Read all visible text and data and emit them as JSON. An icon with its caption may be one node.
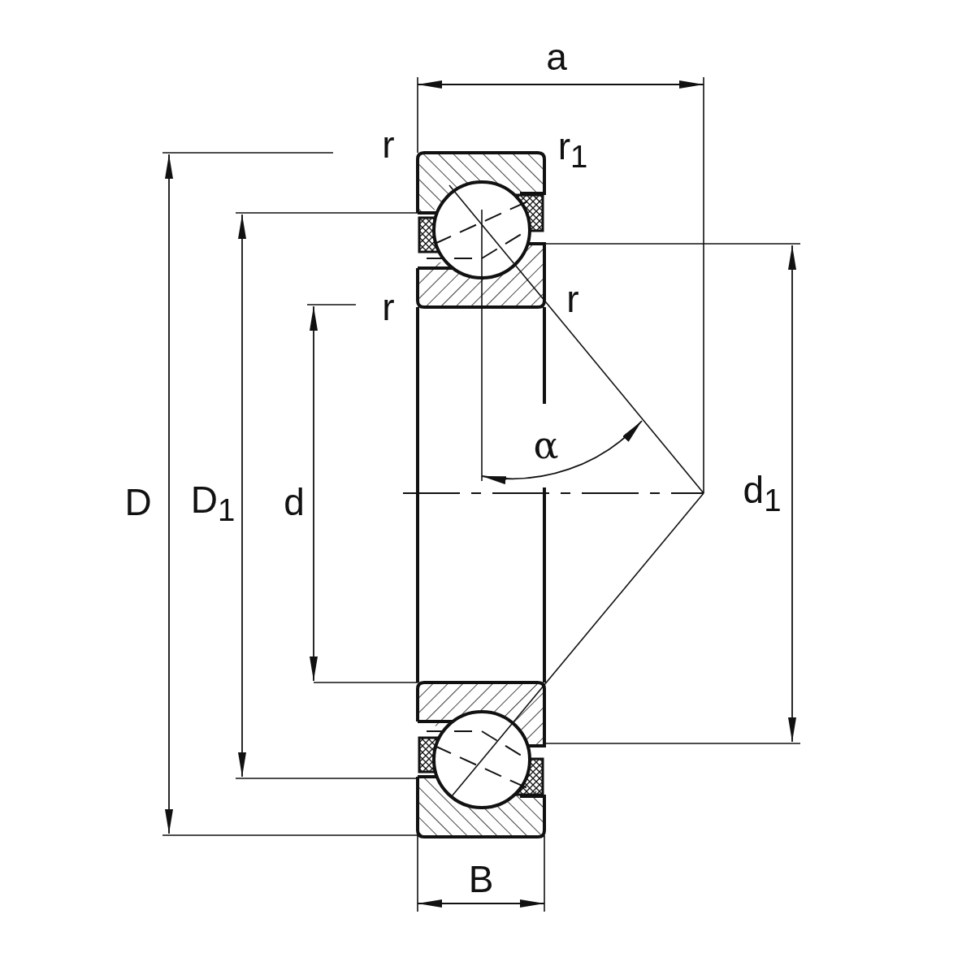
{
  "diagram": {
    "labels": [
      "a",
      "r",
      "r$_{1}$",
      "r",
      "r",
      "α",
      "D",
      "D$_{1}$",
      "d",
      "d$_{1}$",
      "B"
    ]
  }
}
